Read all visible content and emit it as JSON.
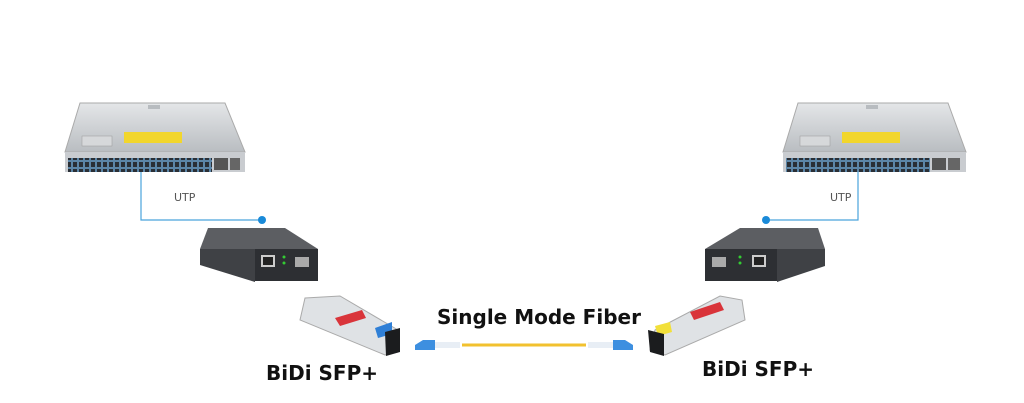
{
  "labels": {
    "utp_left": "UTP",
    "utp_right": "UTP",
    "fiber": "Single Mode Fiber",
    "sfp_left": "BiDi SFP+",
    "sfp_right": "BiDi SFP+"
  },
  "colors": {
    "utp_line": "#4aa3dc",
    "fiber_line": "#f2c12e",
    "connector": "#3d8fe0",
    "sfp_label_red": "#d9343a",
    "sfp_left_latch": "#2f7fd6",
    "sfp_right_latch": "#f2e03a"
  }
}
